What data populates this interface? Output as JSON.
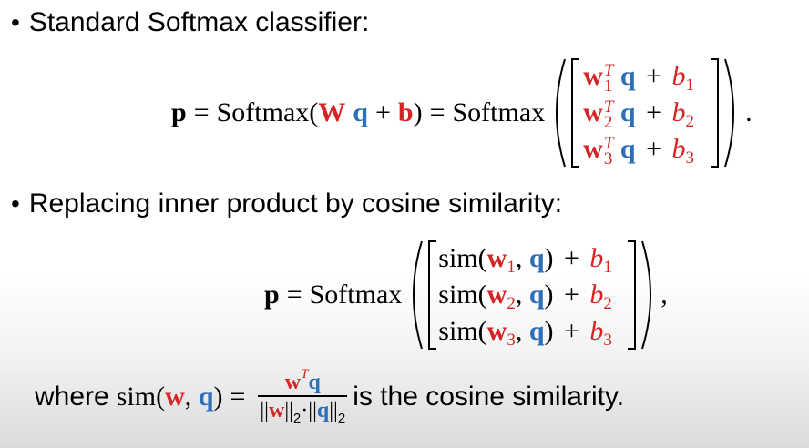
{
  "bullets": {
    "b1": "Standard Softmax classifier:",
    "b2": "Replacing inner product by cosine similarity:",
    "bullet_glyph": "•"
  },
  "eq1": {
    "p": "p",
    "eq": "=",
    "softmax": "Softmax",
    "W": "W",
    "q": "q",
    "plus": "+",
    "b": "b",
    "w": "w",
    "T": "T",
    "b_italic": "b",
    "indices": [
      "1",
      "2",
      "3"
    ],
    "period": "."
  },
  "eq2": {
    "sim": "sim",
    "comma_end": ","
  },
  "where": {
    "prefix": "where",
    "tail": "is the cosine similarity.",
    "norm_sub": "2",
    "dot": "·"
  },
  "colors": {
    "red": "#d62424",
    "blue": "#2d6fb8"
  }
}
